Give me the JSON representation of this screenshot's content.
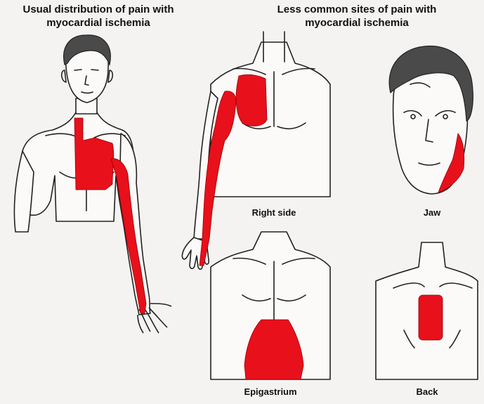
{
  "titles": {
    "left": "Usual distribution of pain with myocardial ischemia",
    "right": "Less common sites of pain with myocardial ischemia"
  },
  "labels": {
    "right_side": "Right side",
    "jaw": "Jaw",
    "epigastrium": "Epigastrium",
    "back": "Back"
  },
  "colors": {
    "pain": "#e8101a",
    "background": "#f4f3f1",
    "line": "#222222"
  }
}
